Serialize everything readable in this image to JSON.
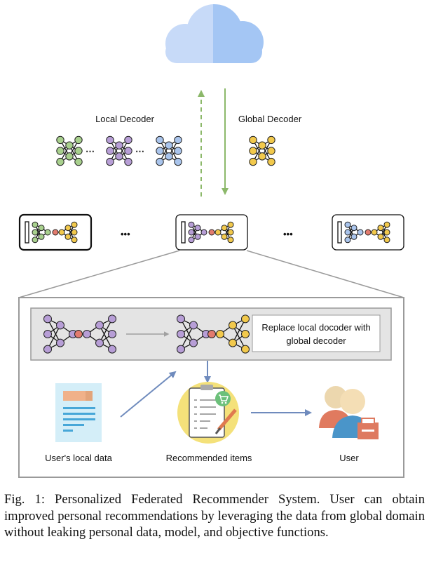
{
  "labels": {
    "local_decoder": "Local Decoder",
    "global_decoder": "Global Decoder",
    "replace_line1": "Replace local docoder with",
    "replace_line2": "global decoder",
    "users_local_data": "User's local data",
    "recommended_items": "Recommended items",
    "user": "User"
  },
  "caption": "Fig. 1: Personalized Federated Recommender System. User can obtain improved personal recommendations by leveraging the data from global domain without leaking personal data, model, and objective functions.",
  "colors": {
    "cloud_left": "#c7daf8",
    "cloud_right": "#a4c6f4",
    "arrow_green": "#8cb86a",
    "arrow_blue": "#6f8bbd",
    "node_green": "#a8d08d",
    "node_purple": "#b79ed6",
    "node_blue": "#a9c4ec",
    "node_yellow": "#f2c94c",
    "node_red": "#e27b6e",
    "panel_gray": "#e4e4e4",
    "border_gray": "#9a9a9a"
  },
  "icons": [
    "cloud-icon",
    "document-icon",
    "checklist-icon",
    "shopping-cart-icon",
    "users-icon"
  ]
}
